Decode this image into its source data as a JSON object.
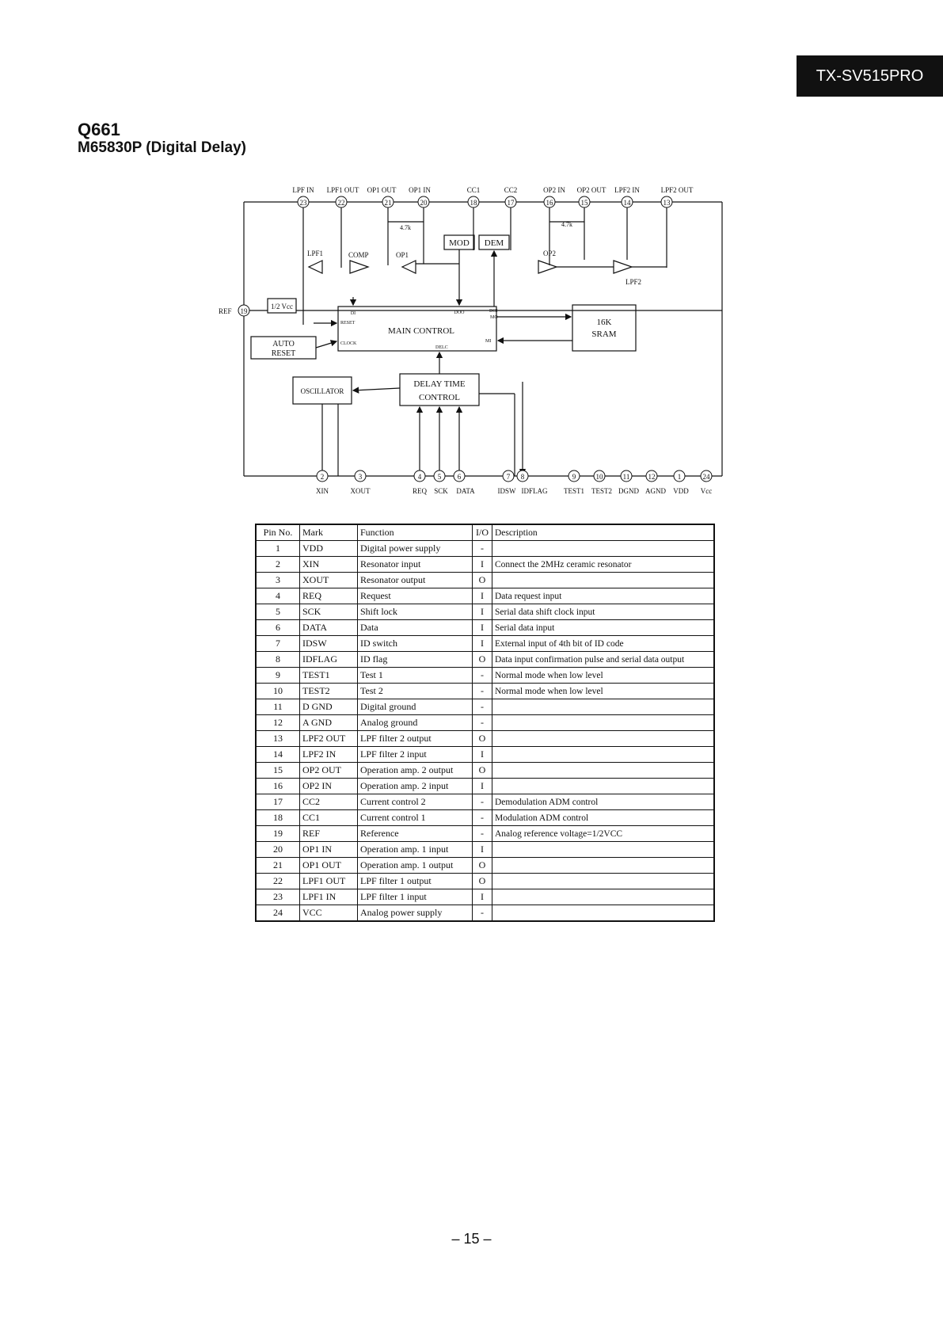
{
  "header": {
    "model": "TX-SV515PRO"
  },
  "section": {
    "ref": "Q661",
    "name": "M65830P (Digital Delay)"
  },
  "diagram": {
    "top_pins": [
      {
        "num": "23",
        "label": "LPF IN"
      },
      {
        "num": "22",
        "label": "LPF1 OUT"
      },
      {
        "num": "21",
        "label": "OP1 OUT"
      },
      {
        "num": "20",
        "label": "OP1 IN"
      },
      {
        "num": "18",
        "label": "CC1"
      },
      {
        "num": "17",
        "label": "CC2"
      },
      {
        "num": "16",
        "label": "OP2 IN"
      },
      {
        "num": "15",
        "label": "OP2 OUT"
      },
      {
        "num": "14",
        "label": "LPF2 IN"
      },
      {
        "num": "13",
        "label": "LPF2 OUT"
      }
    ],
    "ref_pin": {
      "num": "19",
      "label": "REF"
    },
    "bottom_pins": [
      {
        "num": "2",
        "label": "XIN"
      },
      {
        "num": "3",
        "label": "XOUT"
      },
      {
        "num": "4",
        "label": "REQ"
      },
      {
        "num": "5",
        "label": "SCK"
      },
      {
        "num": "6",
        "label": "DATA"
      },
      {
        "num": "7",
        "label": "IDSW"
      },
      {
        "num": "8",
        "label": "IDFLAG"
      },
      {
        "num": "9",
        "label": "TEST1"
      },
      {
        "num": "10",
        "label": "TEST2"
      },
      {
        "num": "11",
        "label": "DGND"
      },
      {
        "num": "12",
        "label": "AGND"
      },
      {
        "num": "1",
        "label": "VDD"
      },
      {
        "num": "24",
        "label": "Vcc"
      }
    ],
    "resistor_1": "4.7k",
    "resistor_2": "4.7k",
    "opamps": {
      "lpf1": "LPF1",
      "comp": "COMP",
      "op1": "OP1",
      "op2": "OP2",
      "lpf2": "LPF2"
    },
    "blocks": {
      "mod": "MOD",
      "dem": "DEM",
      "half_vcc": "1/2 Vcc",
      "main_control": "MAIN CONTROL",
      "sram_line1": "16K",
      "sram_line2": "SRAM",
      "auto_reset_line1": "AUTO",
      "auto_reset_line2": "RESET",
      "oscillator": "OSCILLATOR",
      "delay_line1": "DELAY TIME",
      "delay_line2": "CONTROL"
    },
    "main_ports": {
      "di": "DI",
      "reset": "RESET",
      "clock": "CLOCK",
      "doo": "DOO",
      "doi": "DOI",
      "mo": "MO",
      "mi": "MI",
      "delc": "DELC"
    }
  },
  "table": {
    "headers": {
      "pin": "Pin No.",
      "mark": "Mark",
      "function": "Function",
      "io": "I/O",
      "description": "Description"
    },
    "rows": [
      {
        "pin": "1",
        "mark": "VDD",
        "function": "Digital power supply",
        "io": "-",
        "description": ""
      },
      {
        "pin": "2",
        "mark": "XIN",
        "function": "Resonator input",
        "io": "I",
        "description": "Connect the 2MHz ceramic resonator"
      },
      {
        "pin": "3",
        "mark": "XOUT",
        "function": "Resonator output",
        "io": "O",
        "description": ""
      },
      {
        "pin": "4",
        "mark": "REQ",
        "function": "Request",
        "io": "I",
        "description": "Data request input"
      },
      {
        "pin": "5",
        "mark": "SCK",
        "function": "Shift lock",
        "io": "I",
        "description": "Serial data shift clock input"
      },
      {
        "pin": "6",
        "mark": "DATA",
        "function": "Data",
        "io": "I",
        "description": "Serial data input"
      },
      {
        "pin": "7",
        "mark": "IDSW",
        "function": "ID switch",
        "io": "I",
        "description": "External input of 4th bit of ID code"
      },
      {
        "pin": "8",
        "mark": "IDFLAG",
        "function": "ID flag",
        "io": "O",
        "description": "Data input confirmation pulse and serial data output"
      },
      {
        "pin": "9",
        "mark": "TEST1",
        "function": "Test 1",
        "io": "-",
        "description": "Normal mode when low level"
      },
      {
        "pin": "10",
        "mark": "TEST2",
        "function": "Test 2",
        "io": "-",
        "description": "Normal mode when low level"
      },
      {
        "pin": "11",
        "mark": "D GND",
        "function": "Digital ground",
        "io": "-",
        "description": ""
      },
      {
        "pin": "12",
        "mark": "A GND",
        "function": "Analog ground",
        "io": "-",
        "description": ""
      },
      {
        "pin": "13",
        "mark": "LPF2 OUT",
        "function": "LPF filter 2 output",
        "io": "O",
        "description": ""
      },
      {
        "pin": "14",
        "mark": "LPF2 IN",
        "function": "LPF filter 2 input",
        "io": "I",
        "description": ""
      },
      {
        "pin": "15",
        "mark": "OP2 OUT",
        "function": "Operation amp. 2 output",
        "io": "O",
        "description": ""
      },
      {
        "pin": "16",
        "mark": "OP2 IN",
        "function": "Operation amp. 2 input",
        "io": "I",
        "description": ""
      },
      {
        "pin": "17",
        "mark": "CC2",
        "function": "Current control 2",
        "io": "-",
        "description": "Demodulation ADM control"
      },
      {
        "pin": "18",
        "mark": "CC1",
        "function": "Current control 1",
        "io": "-",
        "description": "Modulation ADM control"
      },
      {
        "pin": "19",
        "mark": "REF",
        "function": "Reference",
        "io": "-",
        "description": "Analog reference voltage=1/2VCC"
      },
      {
        "pin": "20",
        "mark": "OP1 IN",
        "function": "Operation amp. 1 input",
        "io": "I",
        "description": ""
      },
      {
        "pin": "21",
        "mark": "OP1 OUT",
        "function": "Operation amp. 1 output",
        "io": "O",
        "description": ""
      },
      {
        "pin": "22",
        "mark": "LPF1 OUT",
        "function": "LPF filter 1 output",
        "io": "O",
        "description": ""
      },
      {
        "pin": "23",
        "mark": "LPF1 IN",
        "function": "LPF filter 1 input",
        "io": "I",
        "description": ""
      },
      {
        "pin": "24",
        "mark": "VCC",
        "function": "Analog power supply",
        "io": "-",
        "description": ""
      }
    ]
  },
  "footer": {
    "page_number": "– 15 –"
  }
}
